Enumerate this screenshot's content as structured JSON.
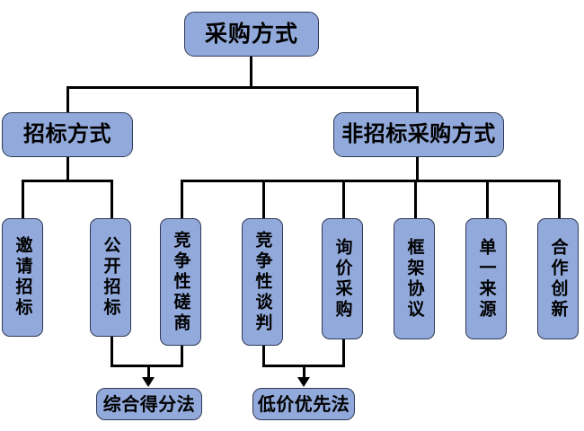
{
  "diagram": {
    "title": "采购方式",
    "type": "tree-hierarchy",
    "colors": {
      "node_fill": "#92A9DB",
      "node_border": "#2F3A56",
      "connector": "#000000",
      "text": "#000000",
      "background": "#FFFFFF"
    },
    "root": {
      "label": "采购方式"
    },
    "level2": [
      {
        "label": "招标方式"
      },
      {
        "label": "非招标采购方式"
      }
    ],
    "level3": [
      {
        "label": "邀请招标",
        "parent": "招标方式"
      },
      {
        "label": "公开招标",
        "parent": "招标方式"
      },
      {
        "label": "竞争性磋商",
        "parent": "非招标采购方式"
      },
      {
        "label": "竞争性谈判",
        "parent": "非招标采购方式"
      },
      {
        "label": "询价采购",
        "parent": "非招标采购方式"
      },
      {
        "label": "框架协议",
        "parent": "非招标采购方式"
      },
      {
        "label": "单一来源",
        "parent": "非招标采购方式"
      },
      {
        "label": "合作创新",
        "parent": "非招标采购方式"
      }
    ],
    "leaves": [
      {
        "label": "综合得分法",
        "parents": [
          "公开招标",
          "竞争性磋商"
        ]
      },
      {
        "label": "低价优先法",
        "parents": [
          "竞争性谈判",
          "询价采购"
        ]
      }
    ]
  }
}
